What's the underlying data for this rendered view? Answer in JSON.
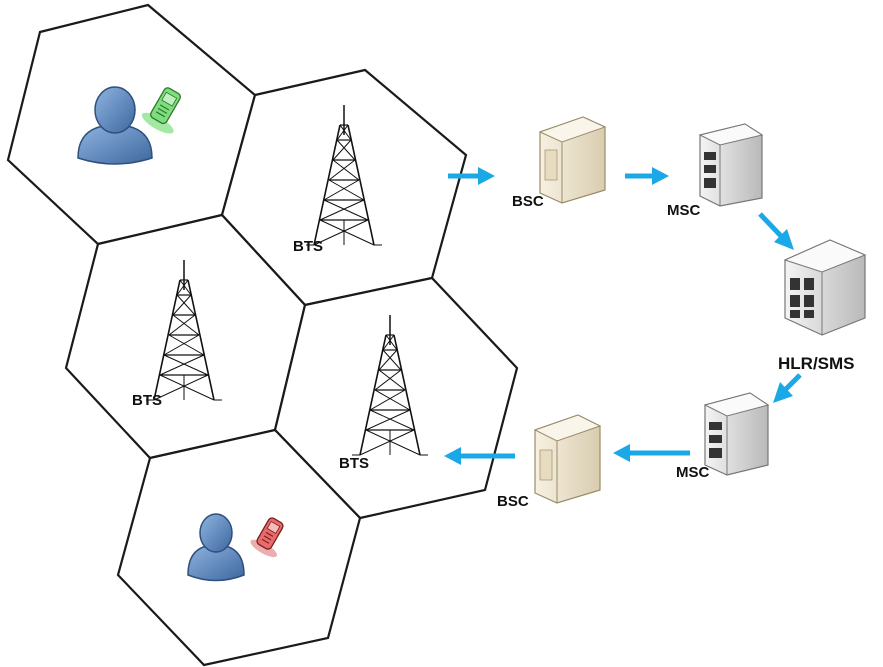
{
  "labels": {
    "bts_top": "BTS",
    "bts_left": "BTS",
    "bts_center": "BTS",
    "bsc_top": "BSC",
    "msc_top": "MSC",
    "hlr_sms": "HLR/SMS",
    "msc_bottom": "MSC",
    "bsc_bottom": "BSC"
  },
  "icons": {
    "sender_user": "user-icon",
    "sender_phone": "phone-icon (green)",
    "receiver_user": "user-icon",
    "receiver_phone": "phone-icon (red)",
    "tower": "cell-tower-icon",
    "bsc": "server-cabinet-icon",
    "msc": "building-icon",
    "hlr": "building-icon (large)"
  },
  "colors": {
    "arrow": "#1aa9e6",
    "user_body": "#5b87c0",
    "phone_sender": "#6bd36b",
    "phone_receiver": "#e05050",
    "cabinet": "#efe6cf"
  }
}
